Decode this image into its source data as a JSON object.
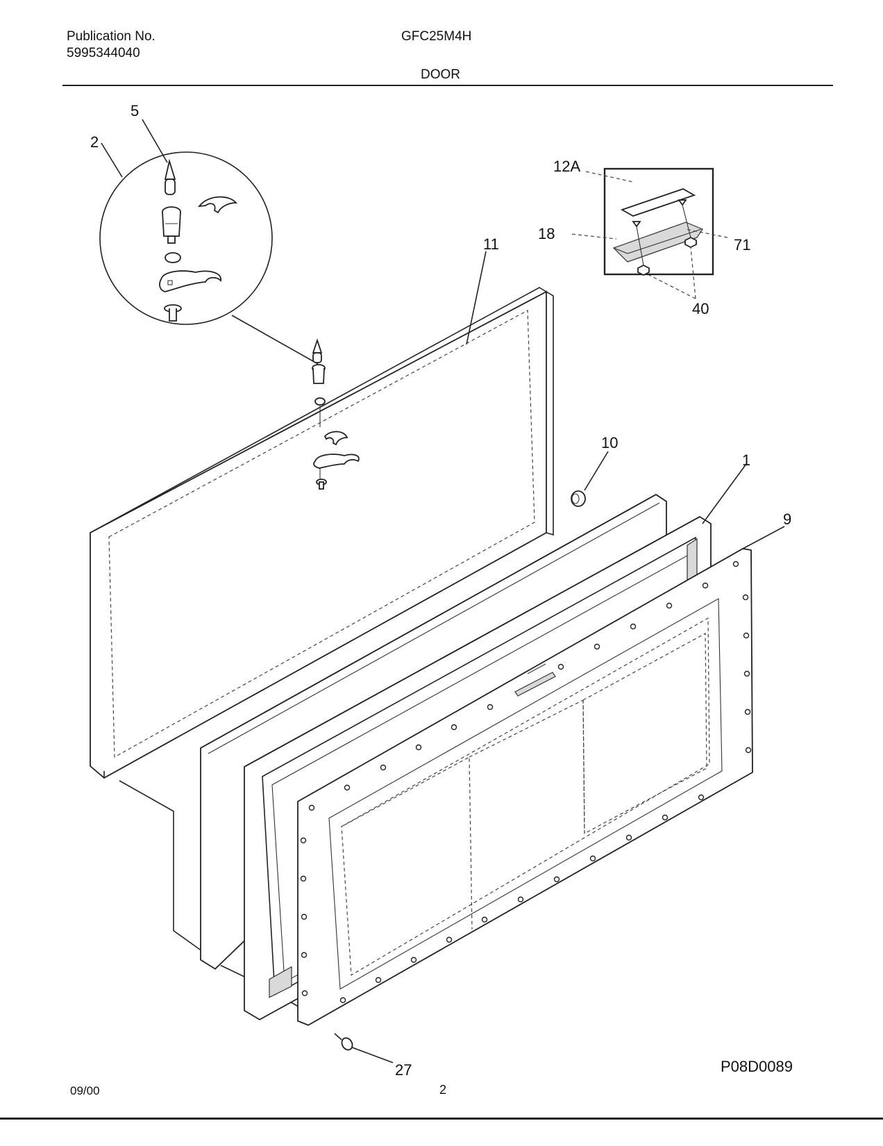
{
  "header": {
    "publication_label": "Publication No.",
    "publication_number": "5995344040",
    "model": "GFC25M4H",
    "section": "DOOR"
  },
  "callouts": {
    "c5": "5",
    "c2": "2",
    "c12a": "12A",
    "c18": "18",
    "c71": "71",
    "c40": "40",
    "c11": "11",
    "c10": "10",
    "c1": "1",
    "c9": "9",
    "c27": "27"
  },
  "footer": {
    "drawing_code": "P08D0089",
    "date": "09/00",
    "page": "2"
  }
}
